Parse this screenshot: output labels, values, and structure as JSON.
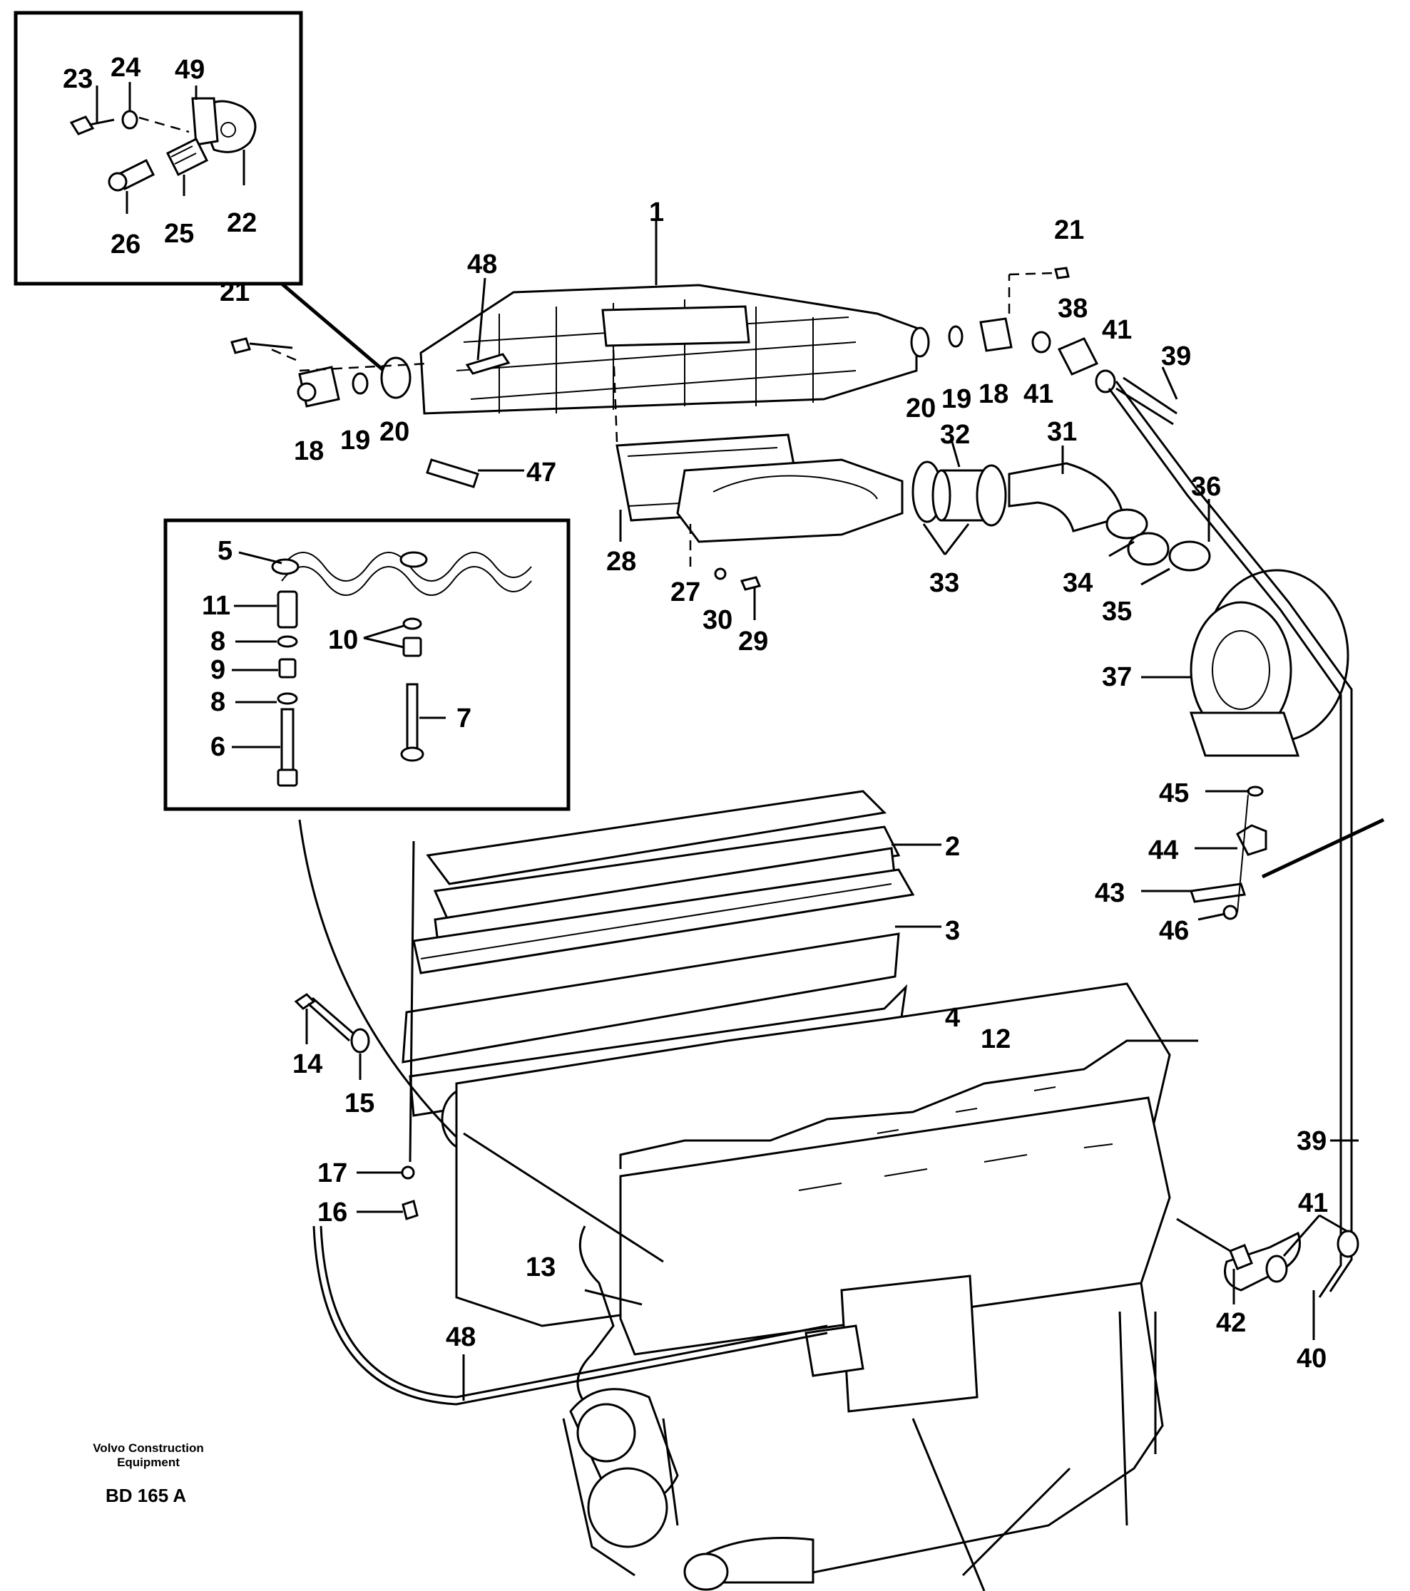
{
  "callouts": {
    "c1": "1",
    "c2": "2",
    "c3": "3",
    "c4": "4",
    "c5": "5",
    "c6": "6",
    "c7": "7",
    "c8a": "8",
    "c8b": "8",
    "c9": "9",
    "c10": "10",
    "c11": "11",
    "c12": "12",
    "c13": "13",
    "c14": "14",
    "c15": "15",
    "c16": "16",
    "c17": "17",
    "c18a": "18",
    "c18b": "18",
    "c19a": "19",
    "c19b": "19",
    "c20a": "20",
    "c20b": "20",
    "c21a": "21",
    "c21b": "21",
    "c22": "22",
    "c23": "23",
    "c24": "24",
    "c25": "25",
    "c26": "26",
    "c27": "27",
    "c28": "28",
    "c29": "29",
    "c30": "30",
    "c31": "31",
    "c32": "32",
    "c33": "33",
    "c34": "34",
    "c35": "35",
    "c36": "36",
    "c37": "37",
    "c38": "38",
    "c39a": "39",
    "c39b": "39",
    "c40": "40",
    "c41a": "41",
    "c41b": "41",
    "c41c": "41",
    "c42": "42",
    "c43": "43",
    "c44": "44",
    "c45": "45",
    "c46": "46",
    "c47": "47",
    "c48a": "48",
    "c48b": "48",
    "c49": "49"
  },
  "footer": {
    "brand_line1": "Volvo Construction",
    "brand_line2": "Equipment",
    "code": "BD 165 A"
  }
}
